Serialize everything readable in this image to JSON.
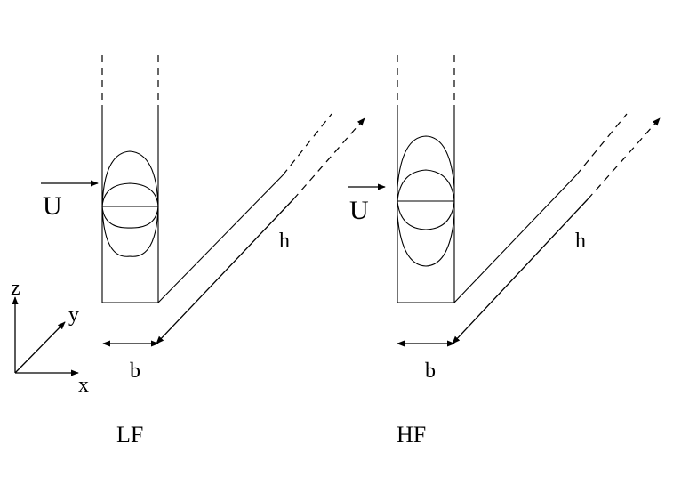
{
  "labels": {
    "velocity": "U",
    "height": "h",
    "width": "b",
    "axis_z": "z",
    "axis_y": "y",
    "axis_x": "x",
    "left_case": "LF",
    "right_case": "HF"
  }
}
